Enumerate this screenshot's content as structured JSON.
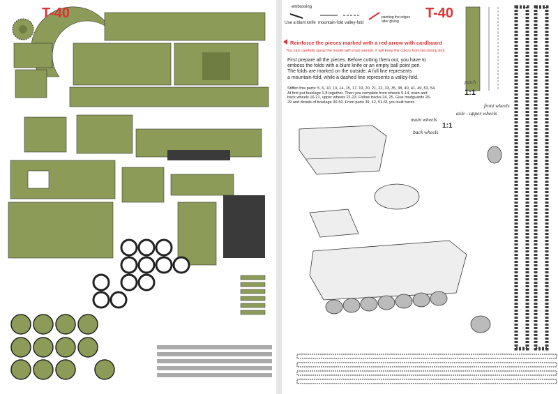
{
  "left_sheet": {
    "title": "T-40"
  },
  "right_sheet": {
    "title": "T-40",
    "legend": {
      "embossing": "embossing",
      "blunt_knife": "Use a blunt knife",
      "mountain_fold": "mountain-fold",
      "valley_fold": "valley-fold",
      "painting": "painting the edges after gluing"
    },
    "warning": "Reinforce the pieces marked with a red arrow with cardboard",
    "varnish_note": "You can carefully spray the model with matt varnish, it will keep the colors from becoming dull.",
    "intro": [
      "First prepare all the pieces. Before cutting them out, you have to",
      "emboss the folds with a blunt knife or an empty ball point pen.",
      "The folds are marked on the outside. A full line represents",
      "a mountain-fold, while a dashed line represents a valley-fold."
    ],
    "steps": [
      "Stiffen this parts: 5, 6, 10, 13, 14, 15, 17, 19, 20, 21, 22, 33, 35, 38, 40, 41, 49, 53, 54.",
      "At first put fuselage 1-8 together. Then you complete front wheels 9-14, main and",
      "back wheels 16-21, upper wheels 21-23. Follow tracks 24, 25. Glue mudguards 26-",
      "29 and details of fuselage 30-50. From parts 39, 42, 51-61 you built turret."
    ],
    "patch_label": "patch",
    "scale": "1:1",
    "scale_small": "1:1",
    "front_wheels": "front wheels",
    "axle_upper_wheels": "axle - upper wheels",
    "main_wheels": "main wheels",
    "back_wheels": "back wheels"
  },
  "colors": {
    "olive": "#8c9c58",
    "olive_dark": "#6f7d42",
    "red": "#d33333",
    "track_dark": "#3a3a3a"
  }
}
